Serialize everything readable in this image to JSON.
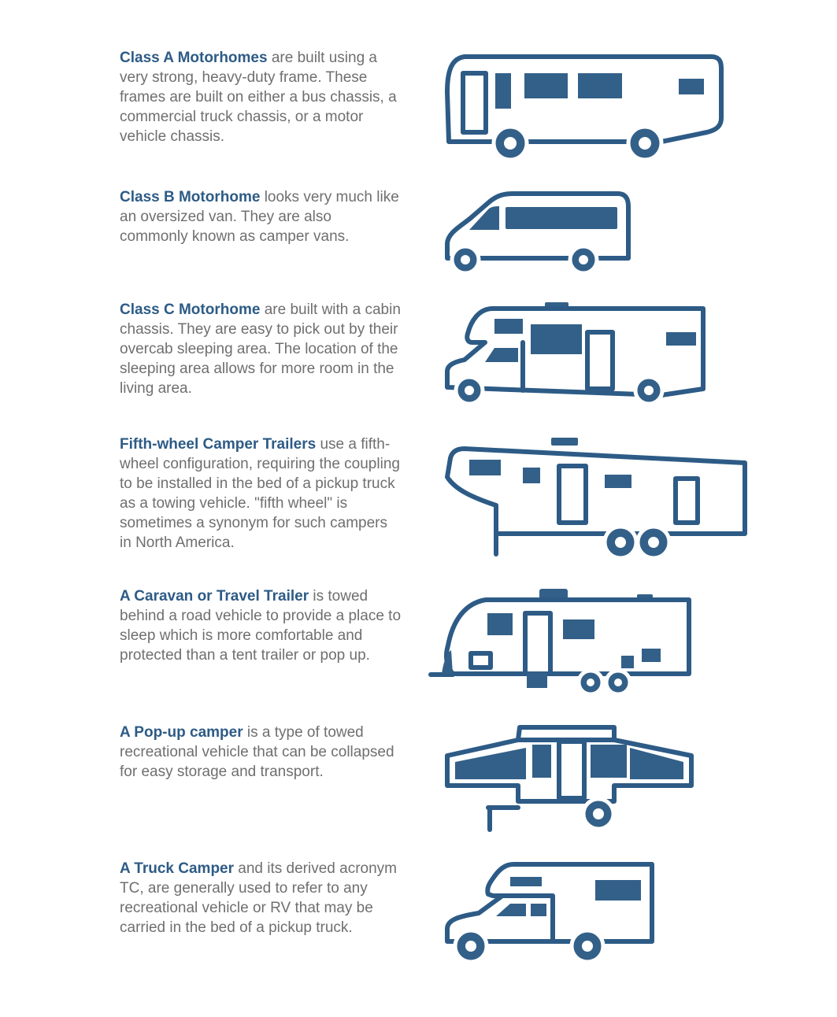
{
  "colors": {
    "accent": "#2d5b86",
    "text": "#6f6f6f",
    "fill": "#336088"
  },
  "entries": [
    {
      "term": "Class A Motorhomes",
      "desc": " are built using a very strong, heavy-duty frame. These frames are built on either a bus chassis, a commercial truck chassis, or a motor vehicle chassis.",
      "icon": "class-a-motorhome-icon"
    },
    {
      "term": "Class B Motorhome",
      "desc": "  looks very much like an oversized van. They are also commonly known as camper vans.",
      "icon": "class-b-motorhome-icon"
    },
    {
      "term": "Class C Motorhome",
      "desc": " are built with a cabin chassis. They are easy to pick out by their overcab sleeping area. The location of the sleeping area allows for more room in the living area.",
      "icon": "class-c-motorhome-icon"
    },
    {
      "term": "Fifth-wheel Camper Trailers",
      "desc": " use a fifth-wheel configuration, requiring the coupling to be installed in the bed of a pickup truck as a towing vehicle. \"fifth wheel\" is sometimes a synonym for such campers in North America.",
      "icon": "fifth-wheel-trailer-icon"
    },
    {
      "term": "A Caravan or Travel Trailer",
      "desc": "  is towed behind a road vehicle to provide a place to sleep which is more comfortable and protected than a tent trailer or pop up.",
      "icon": "travel-trailer-icon"
    },
    {
      "term": "A Pop-up camper",
      "desc": " is a type of towed recreational vehicle that can be collapsed for easy storage and transport.",
      "icon": "pop-up-camper-icon"
    },
    {
      "term": "A Truck Camper",
      "desc": "  and its derived acronym TC, are generally used to refer to any recreational vehicle or RV that may be carried in the bed of a pickup truck.",
      "icon": "truck-camper-icon"
    }
  ]
}
